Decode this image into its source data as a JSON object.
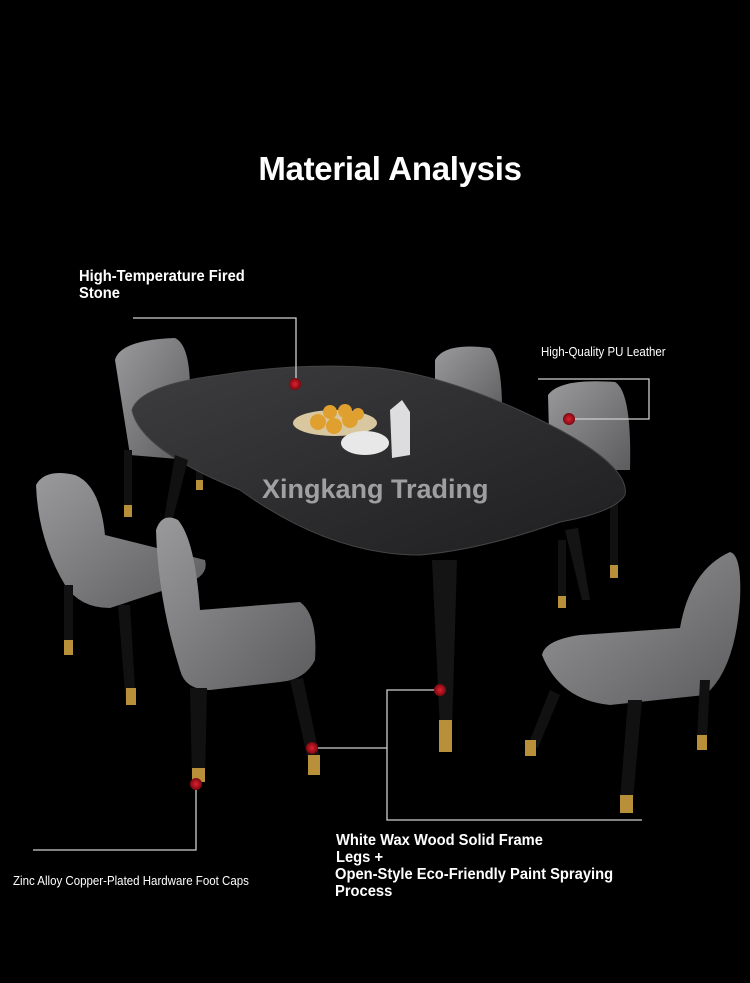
{
  "title": "Material Analysis",
  "watermark": "Xingkang Trading",
  "callouts": {
    "stone": "High-Temperature Fired Stone",
    "leather": "High-Quality PU Leather",
    "frame_line1": "White Wax Wood Solid Frame Legs +",
    "frame_line2": "Open-Style Eco-Friendly Paint Spraying Process",
    "foot_caps": "Zinc Alloy Copper-Plated Hardware Foot Caps"
  },
  "colors": {
    "background": "#000000",
    "marker": "#b0101a",
    "chair": "#8a8a8c",
    "table": "#2e2e30",
    "foot_cap": "#b8903a"
  }
}
